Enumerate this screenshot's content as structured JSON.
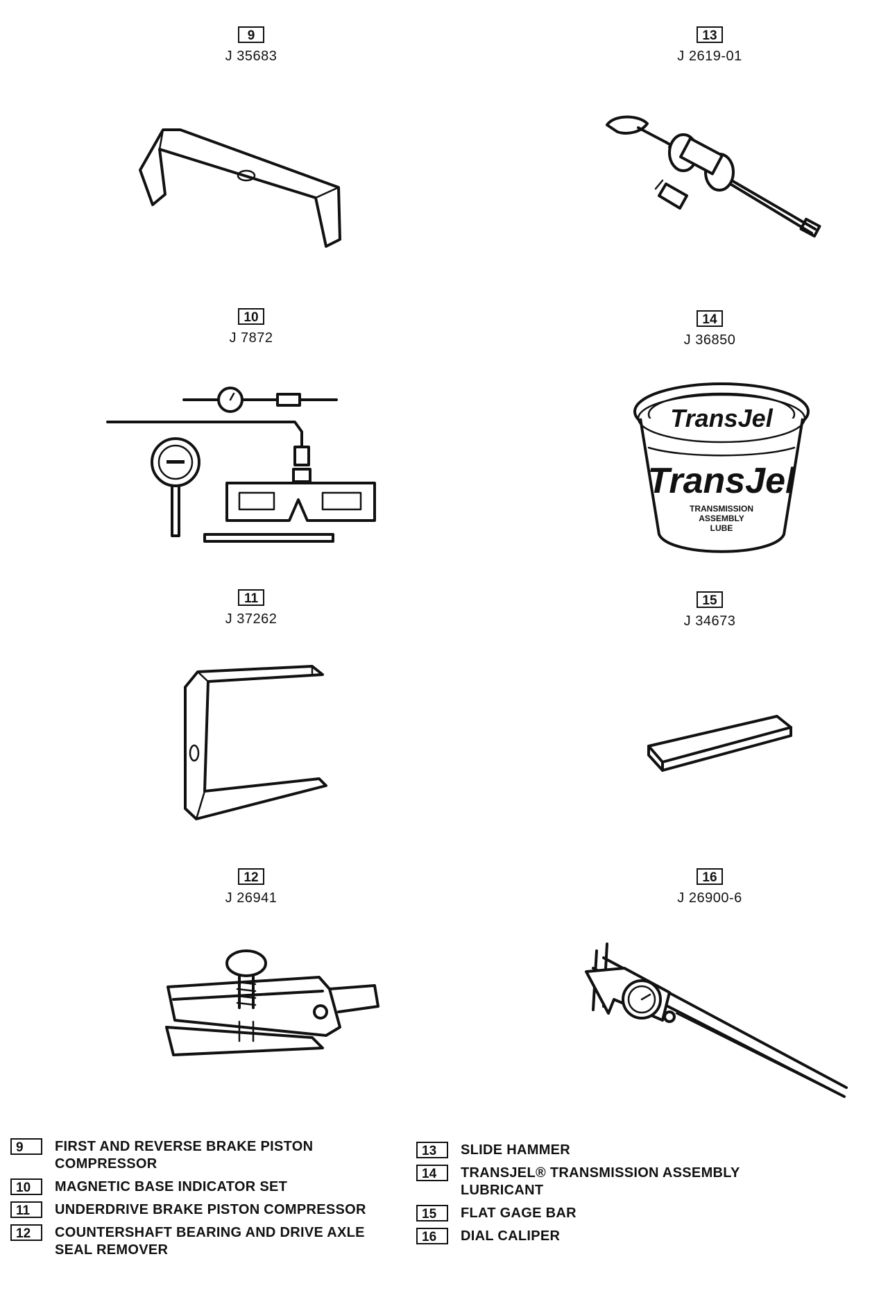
{
  "tools": [
    {
      "number": "9",
      "part": "J 35683"
    },
    {
      "number": "13",
      "part": "J 2619-01"
    },
    {
      "number": "10",
      "part": "J 7872"
    },
    {
      "number": "14",
      "part": "J 36850"
    },
    {
      "number": "11",
      "part": "J 37262"
    },
    {
      "number": "15",
      "part": "J 34673"
    },
    {
      "number": "12",
      "part": "J 26941"
    },
    {
      "number": "16",
      "part": "J 26900-6"
    }
  ],
  "jar_label": {
    "brand": "TransJel",
    "line1": "TRANSMISSION",
    "line2": "ASSEMBLY",
    "line3": "LUBE"
  },
  "legend": {
    "left": [
      {
        "number": "9",
        "text": "FIRST AND REVERSE BRAKE PISTON COMPRESSOR"
      },
      {
        "number": "10",
        "text": "MAGNETIC BASE INDICATOR SET"
      },
      {
        "number": "11",
        "text": "UNDERDRIVE BRAKE PISTON COMPRESSOR"
      },
      {
        "number": "12",
        "text": "COUNTERSHAFT BEARING AND DRIVE AXLE SEAL REMOVER"
      }
    ],
    "right": [
      {
        "number": "13",
        "text": "SLIDE HAMMER"
      },
      {
        "number": "14",
        "text": "TRANSJEL® TRANSMISSION ASSEMBLY LUBRICANT"
      },
      {
        "number": "15",
        "text": "FLAT GAGE BAR"
      },
      {
        "number": "16",
        "text": "DIAL CALIPER"
      }
    ]
  }
}
